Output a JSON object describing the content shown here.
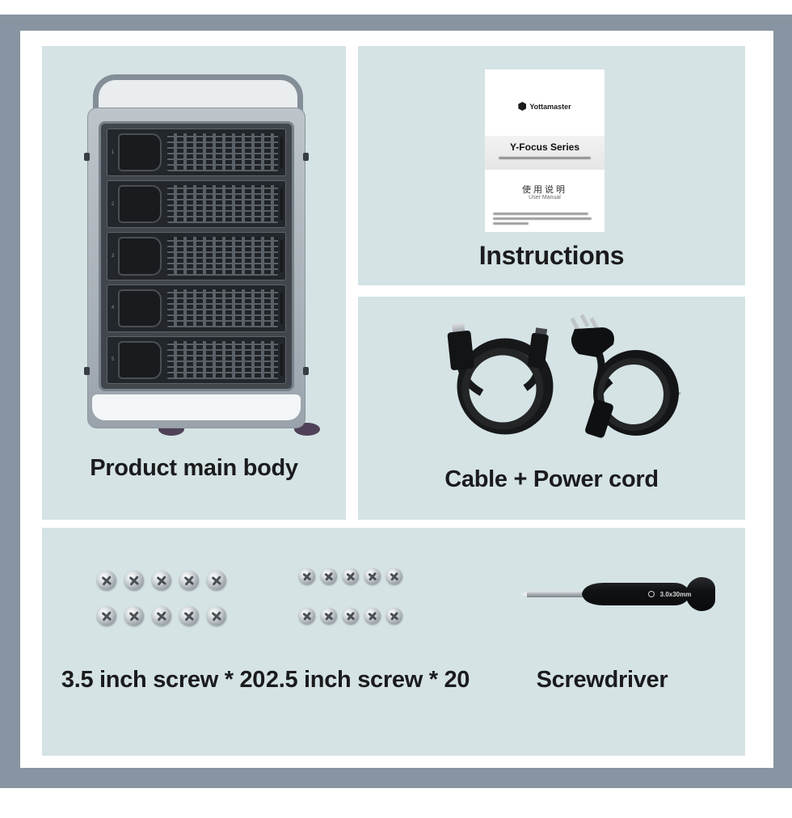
{
  "colors": {
    "frame": "#8894a1",
    "panel": "#d5e3e5",
    "label_text": "#1b1b1d"
  },
  "product_panel": {
    "label": "Product main body",
    "bay_numbers": [
      "1",
      "2",
      "3",
      "4",
      "5"
    ]
  },
  "instructions_panel": {
    "label": "Instructions",
    "manual": {
      "brand": "Yottamaster",
      "series": "Y-Focus Series",
      "cn_title": "使用说明",
      "en_title": "User Manual"
    }
  },
  "cables_panel": {
    "label": "Cable + Power cord"
  },
  "accessories_panel": {
    "screws_large_label": "3.5 inch screw * 20",
    "screws_small_label": "2.5 inch screw * 20",
    "screwdriver_label": "Screwdriver",
    "screwdriver_marking": "3.0x30mm"
  }
}
